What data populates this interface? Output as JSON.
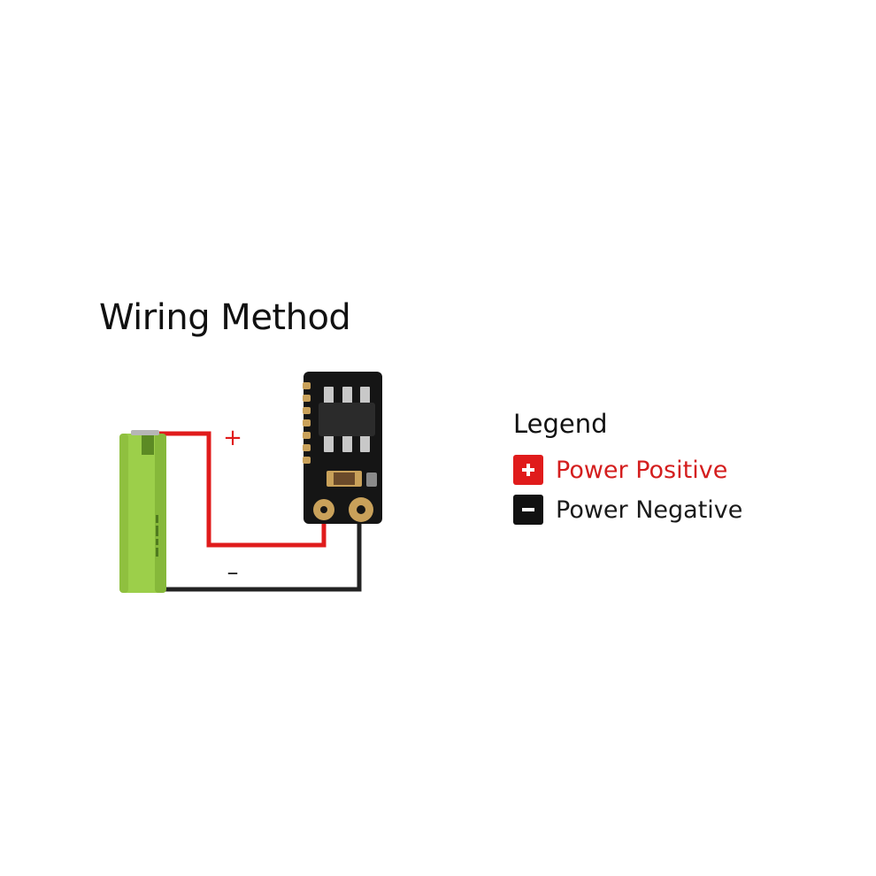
{
  "title": "Wiring Method",
  "diagram": {
    "positive_mark": "+",
    "negative_mark": "–",
    "colors": {
      "positive_wire": "#e01b1b",
      "negative_wire": "#222222",
      "battery": "#9ccf4a",
      "board": "#151515",
      "pad": "#c9a15a"
    }
  },
  "legend": {
    "title": "Legend",
    "items": [
      {
        "label": "Power Positive",
        "color": "#e01b1b",
        "text_color": "#d41e1e",
        "icon": "plus-icon"
      },
      {
        "label": "Power Negative",
        "color": "#111111",
        "text_color": "#1a1a1a",
        "icon": "minus-icon"
      }
    ]
  }
}
